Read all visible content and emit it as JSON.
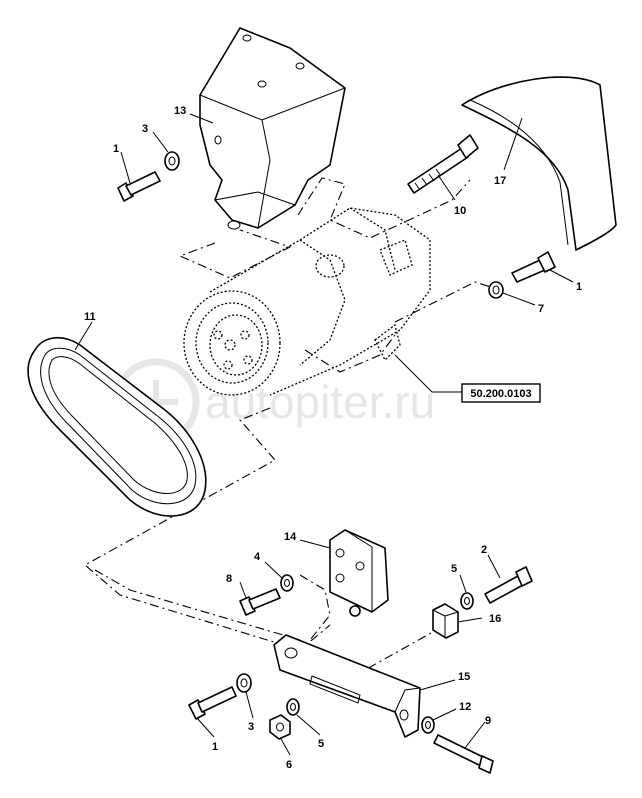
{
  "watermark": "autopiter.ru",
  "reference": "50.200.0103",
  "callouts": [
    {
      "id": "c13",
      "label": "13"
    },
    {
      "id": "c3a",
      "label": "3"
    },
    {
      "id": "c1a",
      "label": "1"
    },
    {
      "id": "c10",
      "label": "10"
    },
    {
      "id": "c17",
      "label": "17"
    },
    {
      "id": "c1b",
      "label": "1"
    },
    {
      "id": "c7",
      "label": "7"
    },
    {
      "id": "c11",
      "label": "11"
    },
    {
      "id": "c14",
      "label": "14"
    },
    {
      "id": "c4",
      "label": "4"
    },
    {
      "id": "c8",
      "label": "8"
    },
    {
      "id": "c2",
      "label": "2"
    },
    {
      "id": "c5a",
      "label": "5"
    },
    {
      "id": "c16",
      "label": "16"
    },
    {
      "id": "c15",
      "label": "15"
    },
    {
      "id": "c12",
      "label": "12"
    },
    {
      "id": "c9",
      "label": "9"
    },
    {
      "id": "c1c",
      "label": "1"
    },
    {
      "id": "c3b",
      "label": "3"
    },
    {
      "id": "c5b",
      "label": "5"
    },
    {
      "id": "c6",
      "label": "6"
    }
  ]
}
